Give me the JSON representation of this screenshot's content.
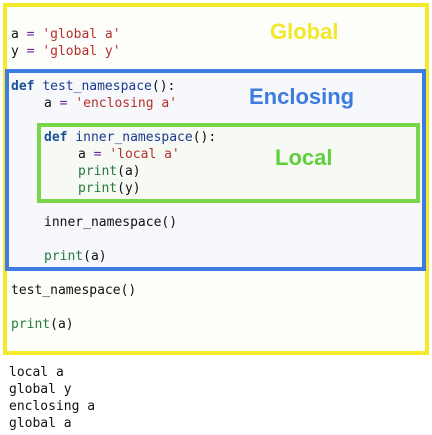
{
  "scopes": {
    "global": {
      "label": "Global",
      "color": "#f2ea2b"
    },
    "enclosing": {
      "label": "Enclosing",
      "color": "#3d7be0"
    },
    "local": {
      "label": "Local",
      "color": "#79d64b"
    }
  },
  "code": {
    "g1": {
      "var": "a",
      "op": "=",
      "val": "'global a'"
    },
    "g2": {
      "var": "y",
      "op": "=",
      "val": "'global y'"
    },
    "def_outer": {
      "kw": "def",
      "name": "test_namespace",
      "tail": "():"
    },
    "e1": {
      "var": "a",
      "op": "=",
      "val": "'enclosing a'"
    },
    "def_inner": {
      "kw": "def",
      "name": "inner_namespace",
      "tail": "():"
    },
    "l1": {
      "var": "a",
      "op": "=",
      "val": "'local a'"
    },
    "l2": {
      "fn": "print",
      "args": "(a)"
    },
    "l3": {
      "fn": "print",
      "args": "(y)"
    },
    "call_inner": "inner_namespace()",
    "e_print": {
      "fn": "print",
      "args": "(a)"
    },
    "call_outer": "test_namespace()",
    "g_print": {
      "fn": "print",
      "args": "(a)"
    }
  },
  "output": [
    "local a",
    "global y",
    "enclosing a",
    "global a"
  ]
}
